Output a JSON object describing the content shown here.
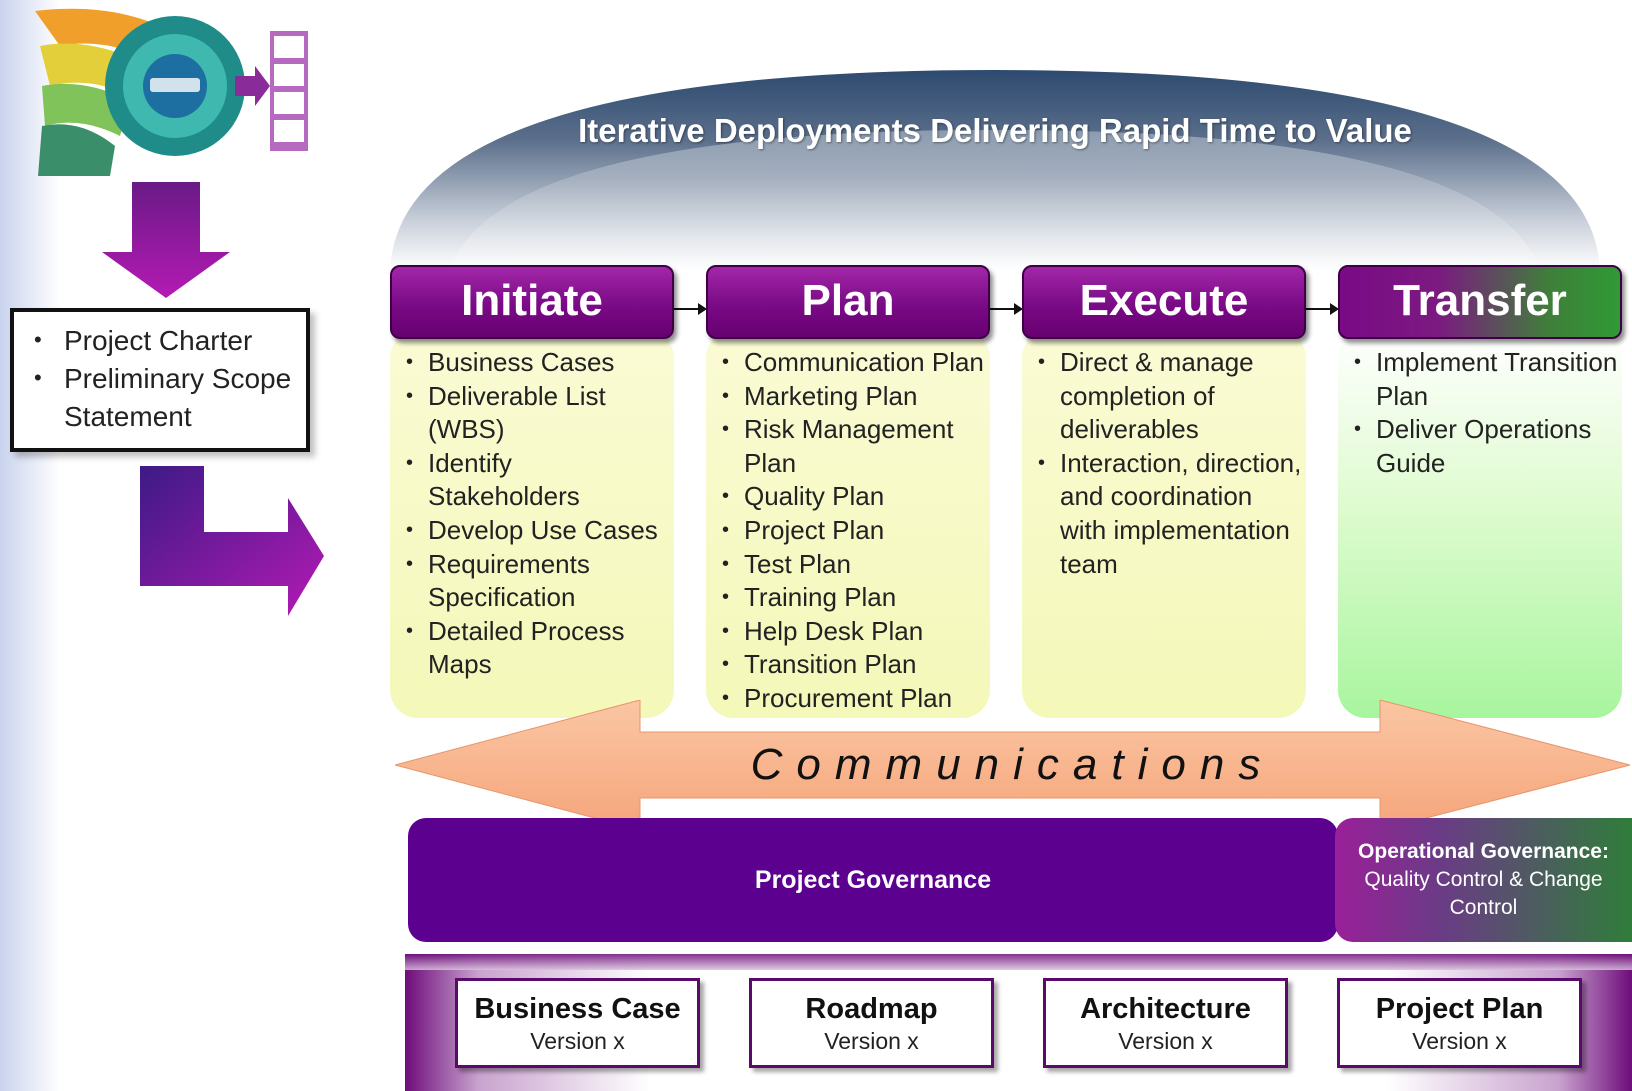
{
  "header": {
    "title": "Iterative Deployments Delivering Rapid Time to Value"
  },
  "inputs": {
    "items": [
      "Project Charter",
      "Preliminary Scope Statement"
    ]
  },
  "phases": [
    {
      "title": "Initiate",
      "items": [
        "Business Cases",
        "Deliverable List (WBS)",
        "Identify Stakeholders",
        "Develop Use Cases",
        "Requirements Specification",
        "Detailed Process Maps"
      ]
    },
    {
      "title": "Plan",
      "items": [
        "Communication Plan",
        "Marketing Plan",
        "Risk Management Plan",
        "Quality Plan",
        "Project Plan",
        "Test Plan",
        "Training Plan",
        "Help Desk Plan",
        "Transition Plan",
        "Procurement Plan"
      ]
    },
    {
      "title": "Execute",
      "items": [
        "Direct & manage completion of deliverables",
        "Interaction, direction, and coordination with implementation team"
      ]
    },
    {
      "title": "Transfer",
      "items": [
        "Implement Transition Plan",
        "Deliver Operations Guide"
      ]
    }
  ],
  "communications": "Communications",
  "governance": {
    "project": "Project Governance",
    "operational_bold": "Operational Governance:",
    "operational_rest": "Quality Control & Change Control"
  },
  "documents": [
    {
      "title": "Business Case",
      "version": "Version x"
    },
    {
      "title": "Roadmap",
      "version": "Version x"
    },
    {
      "title": "Architecture",
      "version": "Version x"
    },
    {
      "title": "Project Plan",
      "version": "Version x"
    }
  ],
  "colors": {
    "phase_header": "#7a0a86",
    "phase_body": "#f6f9c0",
    "transfer_body": "#b8f7a8",
    "communications_arrow": "#f9b48c",
    "project_governance": "#5b008f",
    "operational_governance": "#2f7d3a"
  }
}
